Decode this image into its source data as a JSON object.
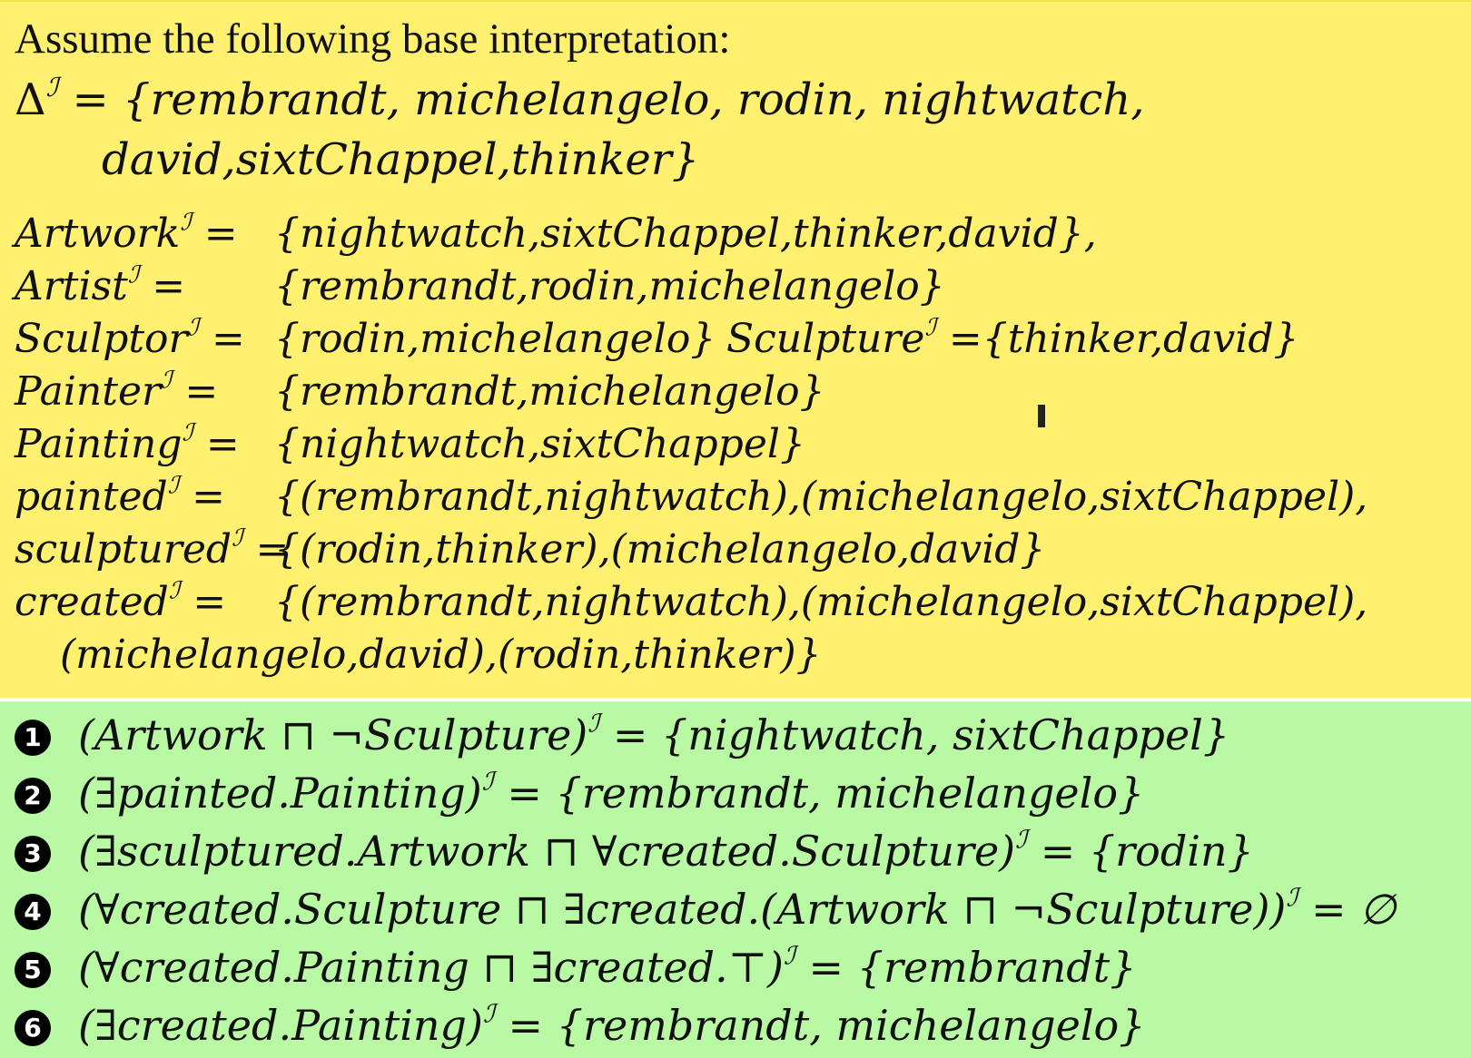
{
  "heading": "Assume the following base interpretation:",
  "domain": {
    "label": "Δ",
    "sup": "ℐ",
    "line1": " = {rembrandt, michelangelo, rodin, nightwatch,",
    "line2": "david,sixtChappel,thinker}"
  },
  "interpretations": [
    {
      "name": "Artwork",
      "sup": "ℐ",
      "eq": " =",
      "value": "{nightwatch,sixtChappel,thinker,david},"
    },
    {
      "name": "Artist",
      "sup": "ℐ",
      "eq": " =",
      "value": "{rembrandt,rodin,michelangelo}"
    },
    {
      "name": "Sculptor",
      "sup": "ℐ",
      "eq": " =",
      "value": "{rodin,michelangelo}"
    },
    {
      "name": "Painter",
      "sup": "ℐ",
      "eq": " =",
      "value": "{rembrandt,michelangelo}"
    },
    {
      "name": "Painting",
      "sup": "ℐ",
      "eq": " =",
      "value": "{nightwatch,sixtChappel}"
    },
    {
      "name": "painted",
      "sup": "ℐ",
      "eq": " =",
      "value": "{(rembrandt,nightwatch),(michelangelo,sixtChappel),"
    },
    {
      "name": "sculptured",
      "sup": "ℐ",
      "eq": " =",
      "value": "{(rodin,thinker),(michelangelo,david}"
    },
    {
      "name": "created",
      "sup": "ℐ",
      "eq": " =",
      "value": "{(rembrandt,nightwatch),(michelangelo,sixtChappel),"
    }
  ],
  "sculpture": {
    "name": "Sculpture",
    "sup": "ℐ",
    "eq": " =",
    "value": "{thinker,david}"
  },
  "created_continuation": "(michelangelo,david),(rodin,thinker)}",
  "exercises": [
    {
      "marker": "1",
      "expr": "(Artwork ⊓ ¬Sculpture)",
      "sup": "ℐ",
      "result": " = {nightwatch, sixtChappel}"
    },
    {
      "marker": "2",
      "expr": "(∃painted.Painting)",
      "sup": "ℐ",
      "result": " = {rembrandt, michelangelo}"
    },
    {
      "marker": "3",
      "expr": "(∃sculptured.Artwork ⊓ ∀created.Sculpture)",
      "sup": "ℐ",
      "result": " = {rodin}"
    },
    {
      "marker": "4",
      "expr": "(∀created.Sculpture ⊓ ∃created.(Artwork ⊓ ¬Sculpture))",
      "sup": "ℐ",
      "result": " = ∅"
    },
    {
      "marker": "5",
      "expr": "(∀created.Painting ⊓ ∃created.⊤)",
      "sup": "ℐ",
      "result": " = {rembrandt}"
    },
    {
      "marker": "6",
      "expr": "(∃created.Painting)",
      "sup": "ℐ",
      "result": " = {rembrandt, michelangelo}"
    }
  ],
  "colors": {
    "top_background": "#fff06f",
    "bottom_background": "#baf9a4"
  }
}
